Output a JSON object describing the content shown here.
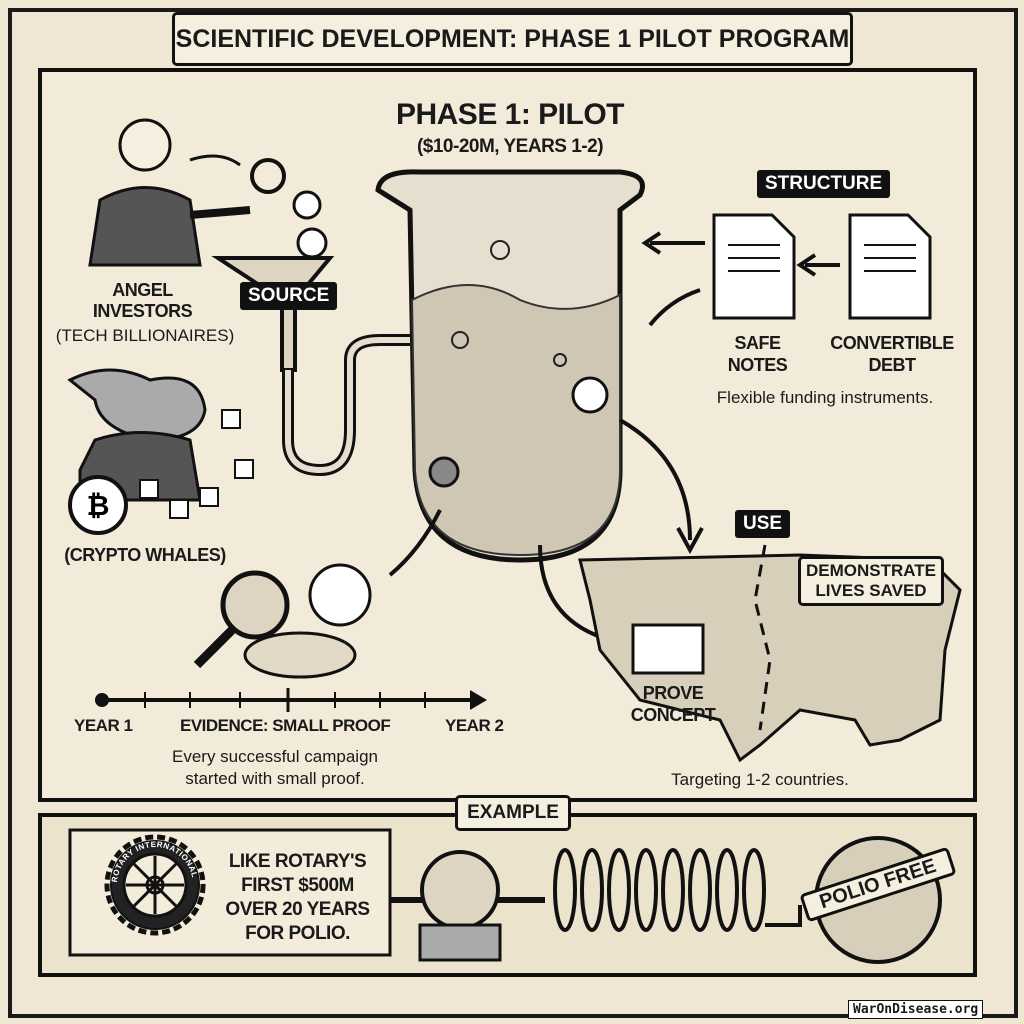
{
  "title": "SCIENTIFIC DEVELOPMENT: PHASE 1 PILOT PROGRAM",
  "phase": {
    "heading": "PHASE 1: PILOT",
    "subheading": "($10-20M, YEARS 1-2)"
  },
  "source": {
    "tag": "SOURCE",
    "angel_label": "ANGEL INVESTORS",
    "angel_sub": "(TECH BILLIONAIRES)",
    "crypto_label": "(CRYPTO WHALES)"
  },
  "structure": {
    "tag": "STRUCTURE",
    "doc1": "SAFE NOTES",
    "doc2": "CONVERTIBLE DEBT",
    "caption": "Flexible funding instruments."
  },
  "use": {
    "tag": "USE",
    "callout": "DEMONSTRATE LIVES SAVED",
    "prove": "PROVE CONCEPT",
    "caption": "Targeting 1-2 countries."
  },
  "timeline": {
    "start": "YEAR 1",
    "middle": "EVIDENCE: SMALL PROOF",
    "end": "YEAR 2",
    "caption": "Every successful campaign started with small proof."
  },
  "example": {
    "tag": "EXAMPLE",
    "text": "LIKE ROTARY'S FIRST $500M OVER 20 YEARS FOR POLIO.",
    "rotary_logo_text": "ROTARY INTERNATIONAL",
    "sign": "POLIO FREE"
  },
  "watermark": "WarOnDisease.org"
}
